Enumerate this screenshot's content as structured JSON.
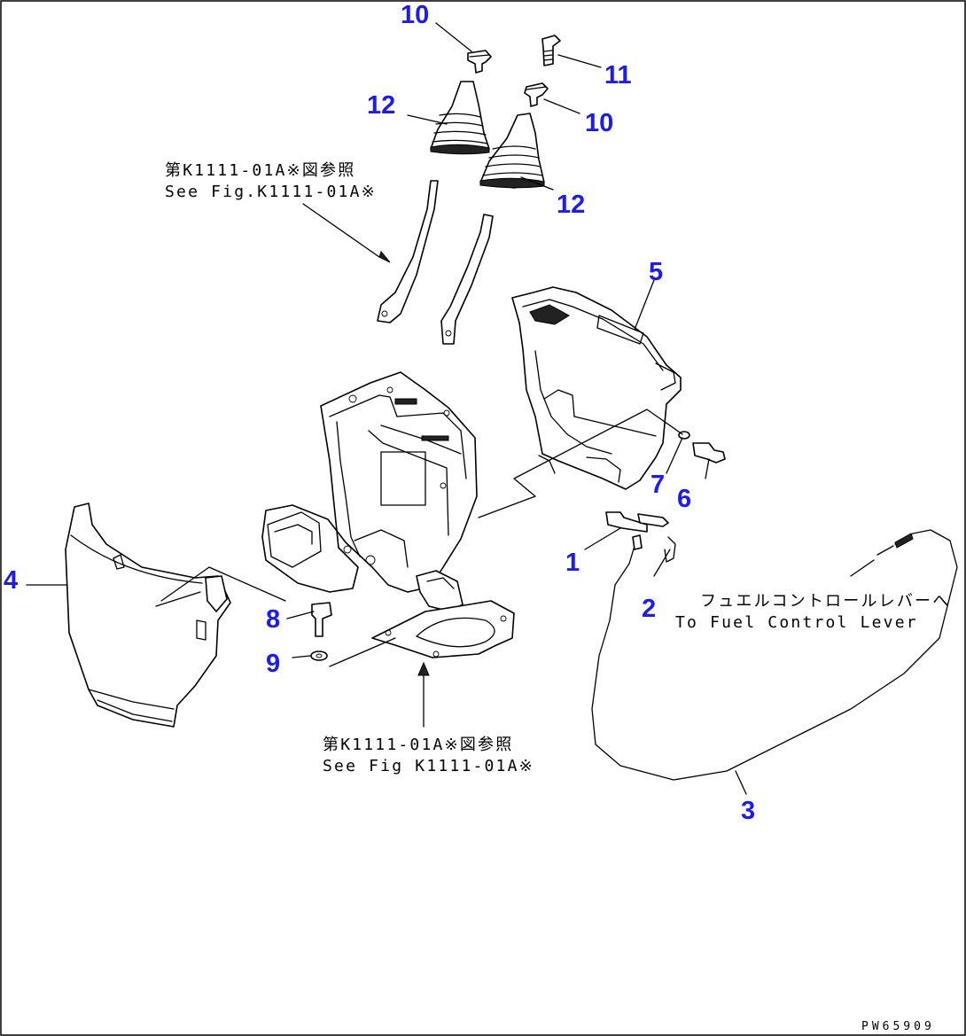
{
  "drawing_code": "PW65909",
  "callouts": {
    "c1": "1",
    "c2": "2",
    "c3": "3",
    "c4": "4",
    "c5": "5",
    "c6": "6",
    "c7": "7",
    "c8": "8",
    "c9": "9",
    "c10a": "10",
    "c10b": "10",
    "c11": "11",
    "c12a": "12",
    "c12b": "12"
  },
  "notes": {
    "ref_upper_jp": "第K1111-01A※図参照",
    "ref_upper_en": "See Fig.K1111-01A※",
    "ref_lower_jp": "第K1111-01A※図参照",
    "ref_lower_en": "See Fig K1111-01A※",
    "fuel_jp": "フュエルコントロールレバーへ",
    "fuel_en": "To Fuel Control Lever"
  },
  "colors": {
    "callout": "#1a1aff",
    "line": "#000000",
    "background": "#ffffff"
  }
}
